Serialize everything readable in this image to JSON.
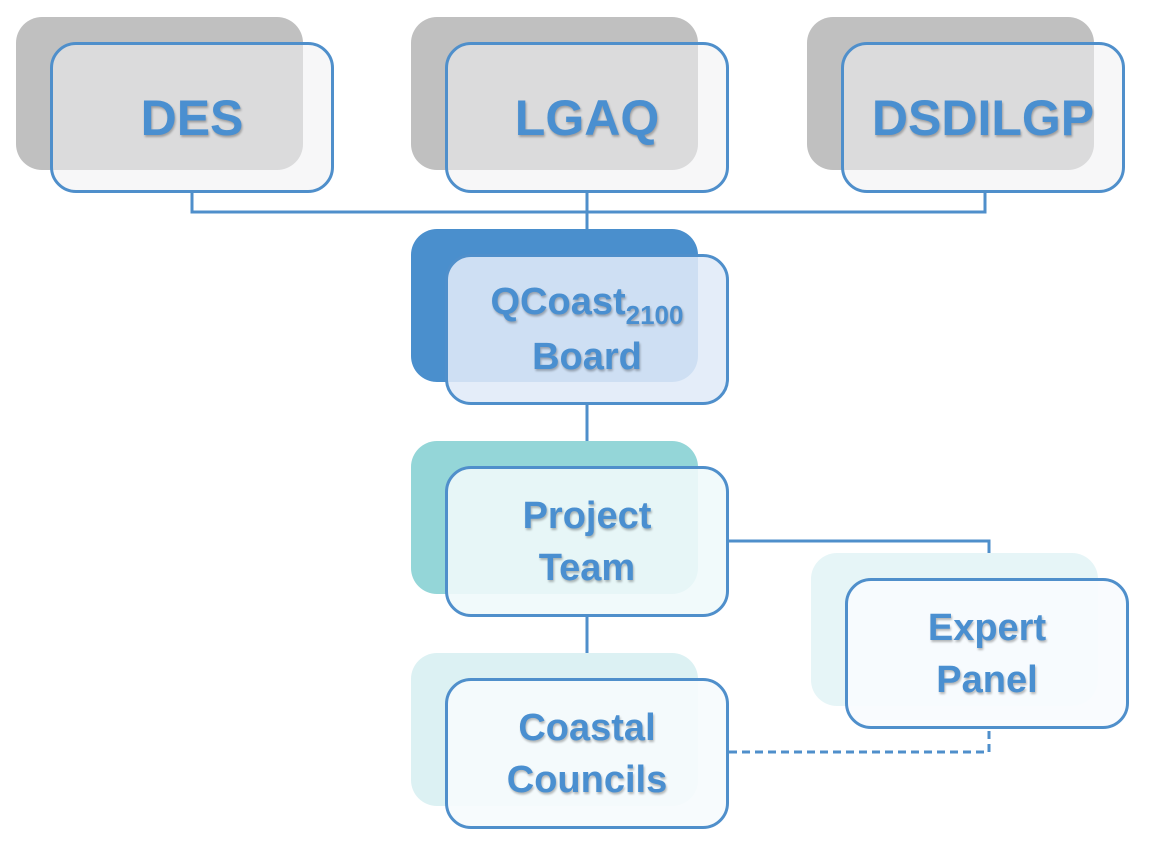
{
  "nodes": {
    "des": {
      "label": "DES"
    },
    "lgaq": {
      "label": "LGAQ"
    },
    "dsdilgp": {
      "label": "DSDILGP"
    },
    "board": {
      "name": "QCoast",
      "subscript": "2100",
      "line2": "Board"
    },
    "project_team": {
      "line1": "Project",
      "line2": "Team"
    },
    "expert_panel": {
      "line1": "Expert",
      "line2": "Panel"
    },
    "coastal_councils": {
      "line1": "Coastal",
      "line2": "Councils"
    }
  },
  "colors": {
    "border": "#4f8fcb",
    "text": "#4a8fd0",
    "grey_shadow": "#c0c0c0",
    "board_shadow": "#4a8fcd",
    "board_fill": "#dde8f6",
    "team_shadow": "#94d6d8",
    "team_fill": "#eef8fa",
    "light_teal_shadow": "#dcf1f3",
    "panel_fill": "#f7fbfe"
  },
  "edges": [
    {
      "from": "des",
      "to": "board",
      "style": "solid"
    },
    {
      "from": "lgaq",
      "to": "board",
      "style": "solid"
    },
    {
      "from": "dsdilgp",
      "to": "board",
      "style": "solid"
    },
    {
      "from": "board",
      "to": "project_team",
      "style": "solid"
    },
    {
      "from": "project_team",
      "to": "coastal_councils",
      "style": "solid"
    },
    {
      "from": "project_team",
      "to": "expert_panel",
      "style": "solid"
    },
    {
      "from": "coastal_councils",
      "to": "expert_panel",
      "style": "dashed"
    }
  ]
}
